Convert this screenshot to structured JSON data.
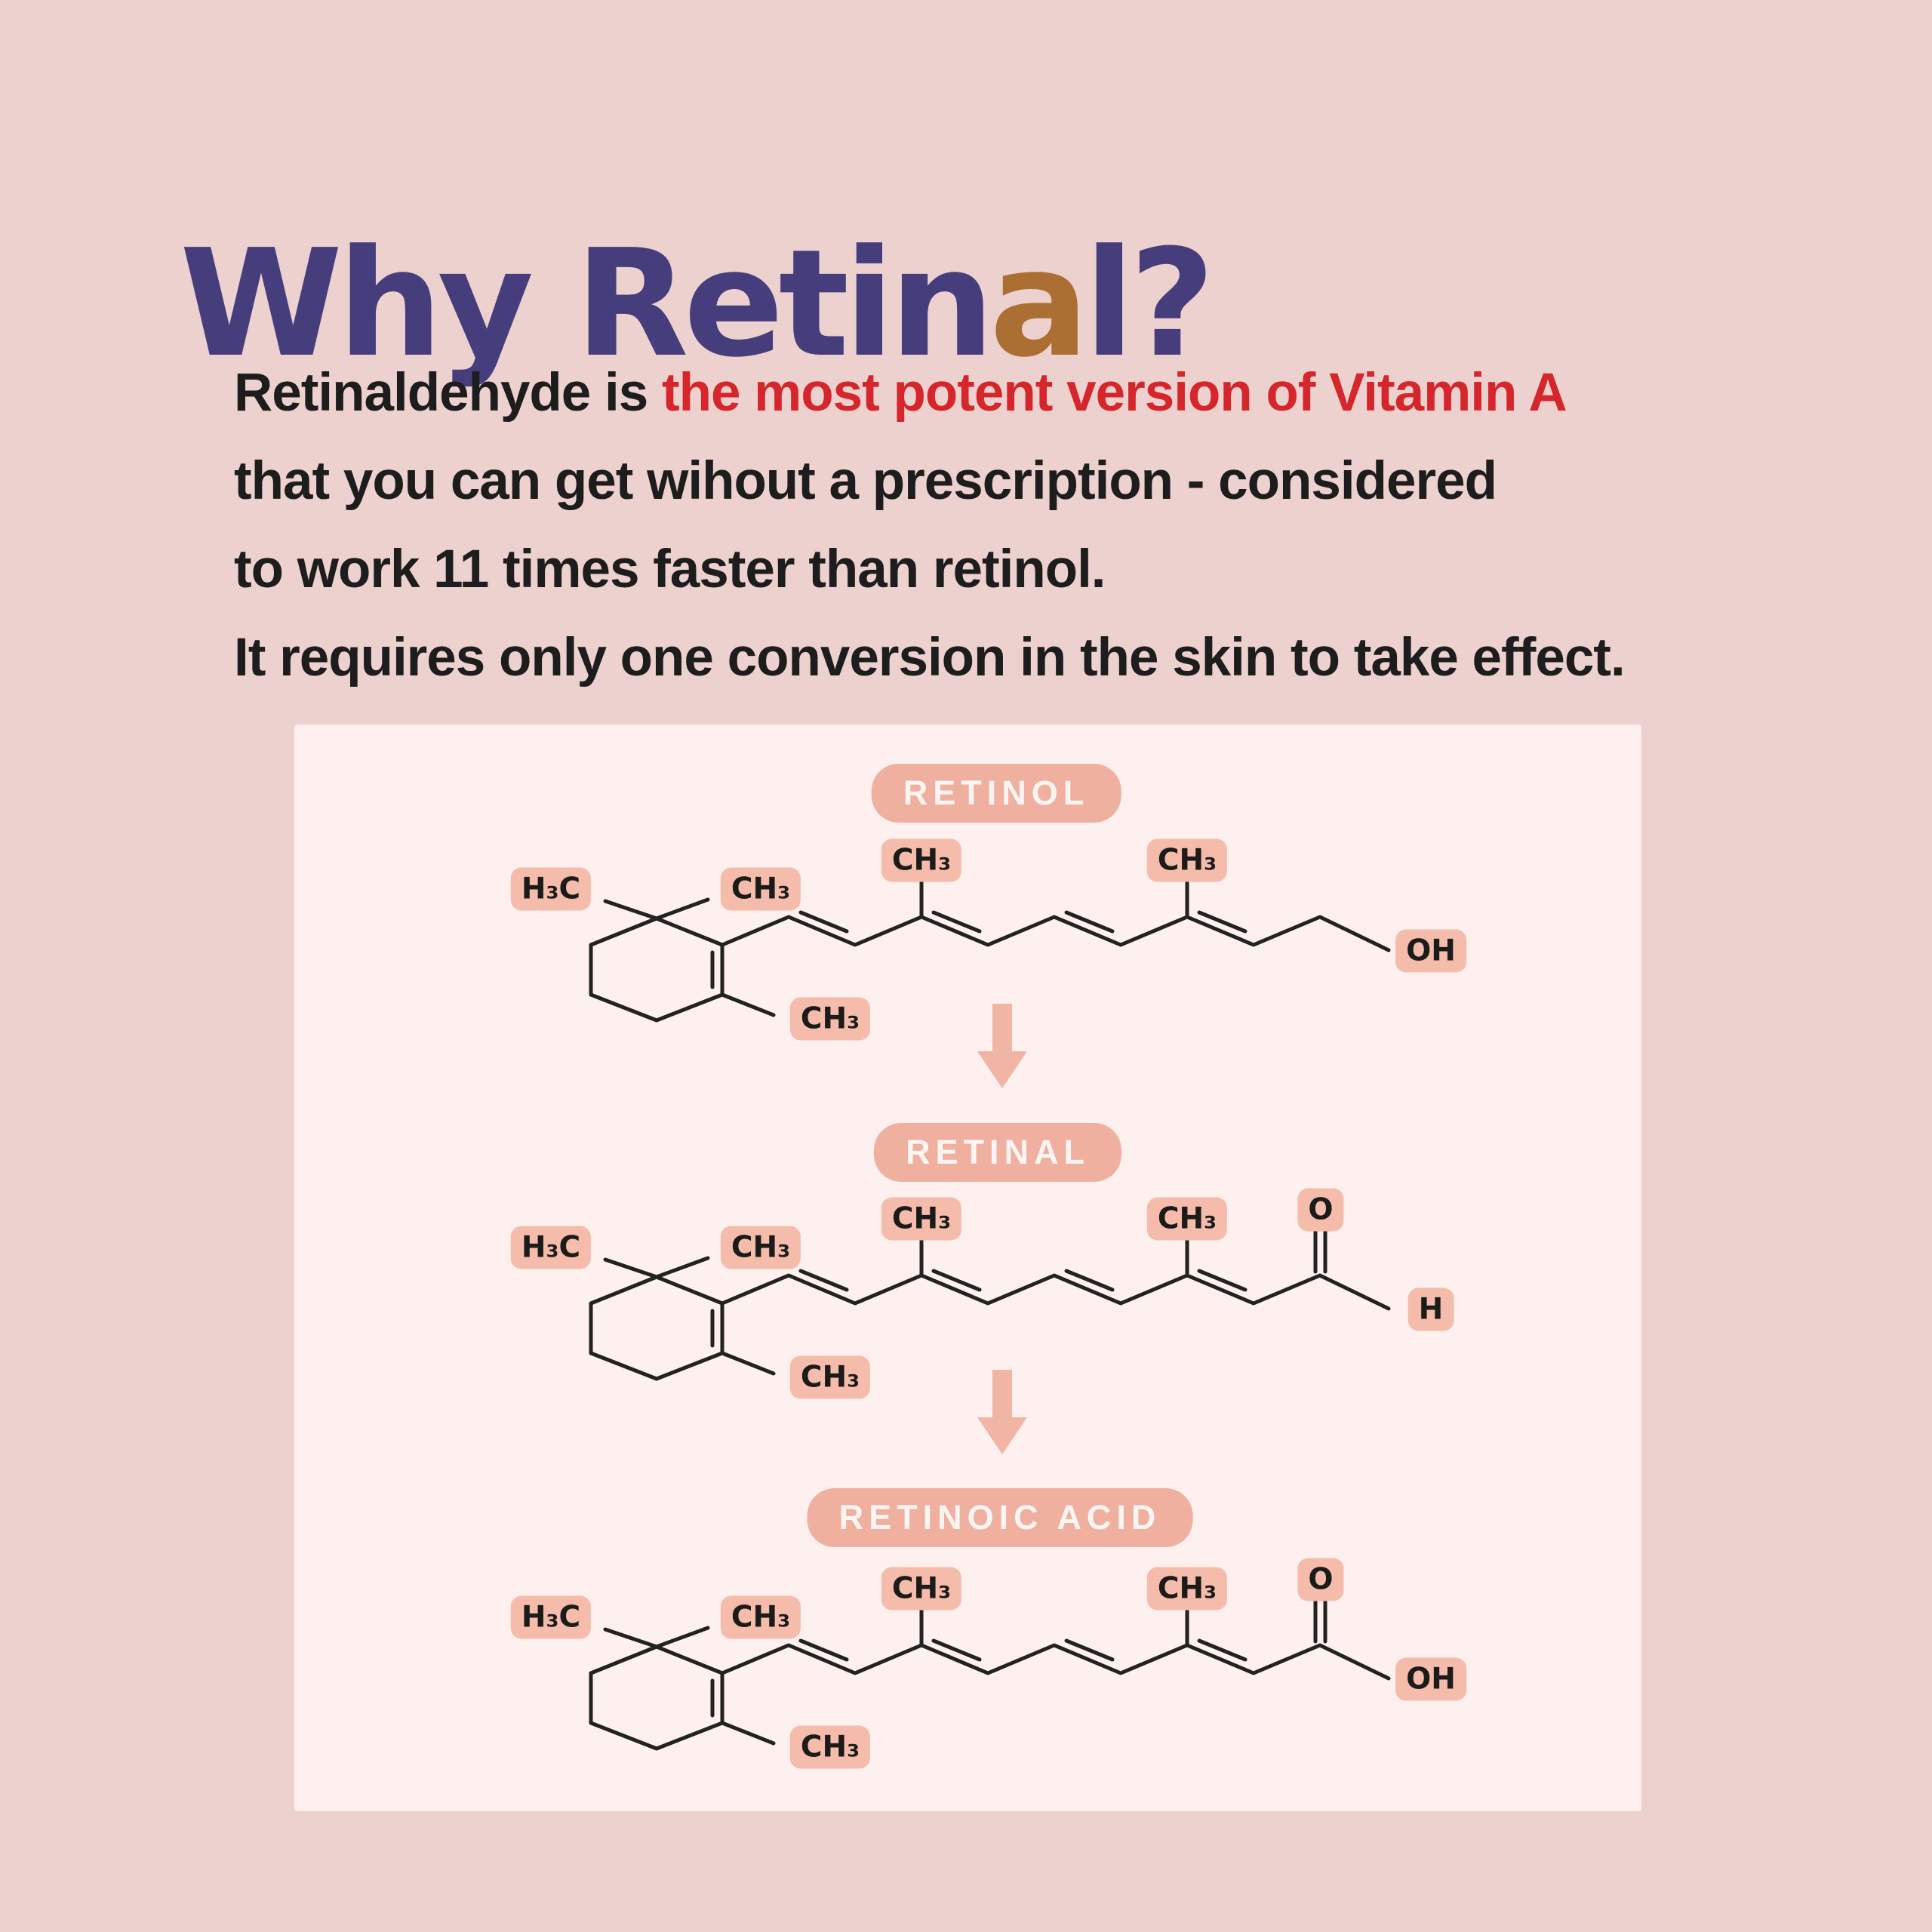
{
  "colors": {
    "background": "#edd1cf",
    "panel": "#fdf0ee",
    "title_purple": "#463e7c",
    "title_brown": "#ab6f33",
    "red_accent": "#d5272b",
    "name_pill": "#efb0a0",
    "atom_pill": "#f5bbab",
    "arrow": "#f1b5a5",
    "bond_line": "#222220"
  },
  "title": {
    "prefix": "Why Retin",
    "highlight": "a",
    "suffix": "l?"
  },
  "intro": {
    "line1_black": "Retinaldehyde is ",
    "line1_red": "the most potent version of Vitamin A",
    "line2": "that you can get wihout a prescription - considered",
    "line3": "to work 11 times faster than retinol.",
    "line4": "It requires only one conversion in the skin to take effect."
  },
  "diagram": {
    "molecules": [
      {
        "name": "RETINOL",
        "labels": {
          "h3c": "H₃C",
          "ring_top": "CH₃",
          "ring_bottom": "CH₃",
          "chain1": "CH₃",
          "chain2": "CH₃",
          "end": "OH"
        }
      },
      {
        "name": "RETINAL",
        "labels": {
          "h3c": "H₃C",
          "ring_top": "CH₃",
          "ring_bottom": "CH₃",
          "chain1": "CH₃",
          "chain2": "CH₃",
          "o": "O",
          "end": "H"
        }
      },
      {
        "name": "RETINOIC ACID",
        "labels": {
          "h3c": "H₃C",
          "ring_top": "CH₃",
          "ring_bottom": "CH₃",
          "chain1": "CH₃",
          "chain2": "CH₃",
          "o": "O",
          "end": "OH"
        }
      }
    ]
  }
}
